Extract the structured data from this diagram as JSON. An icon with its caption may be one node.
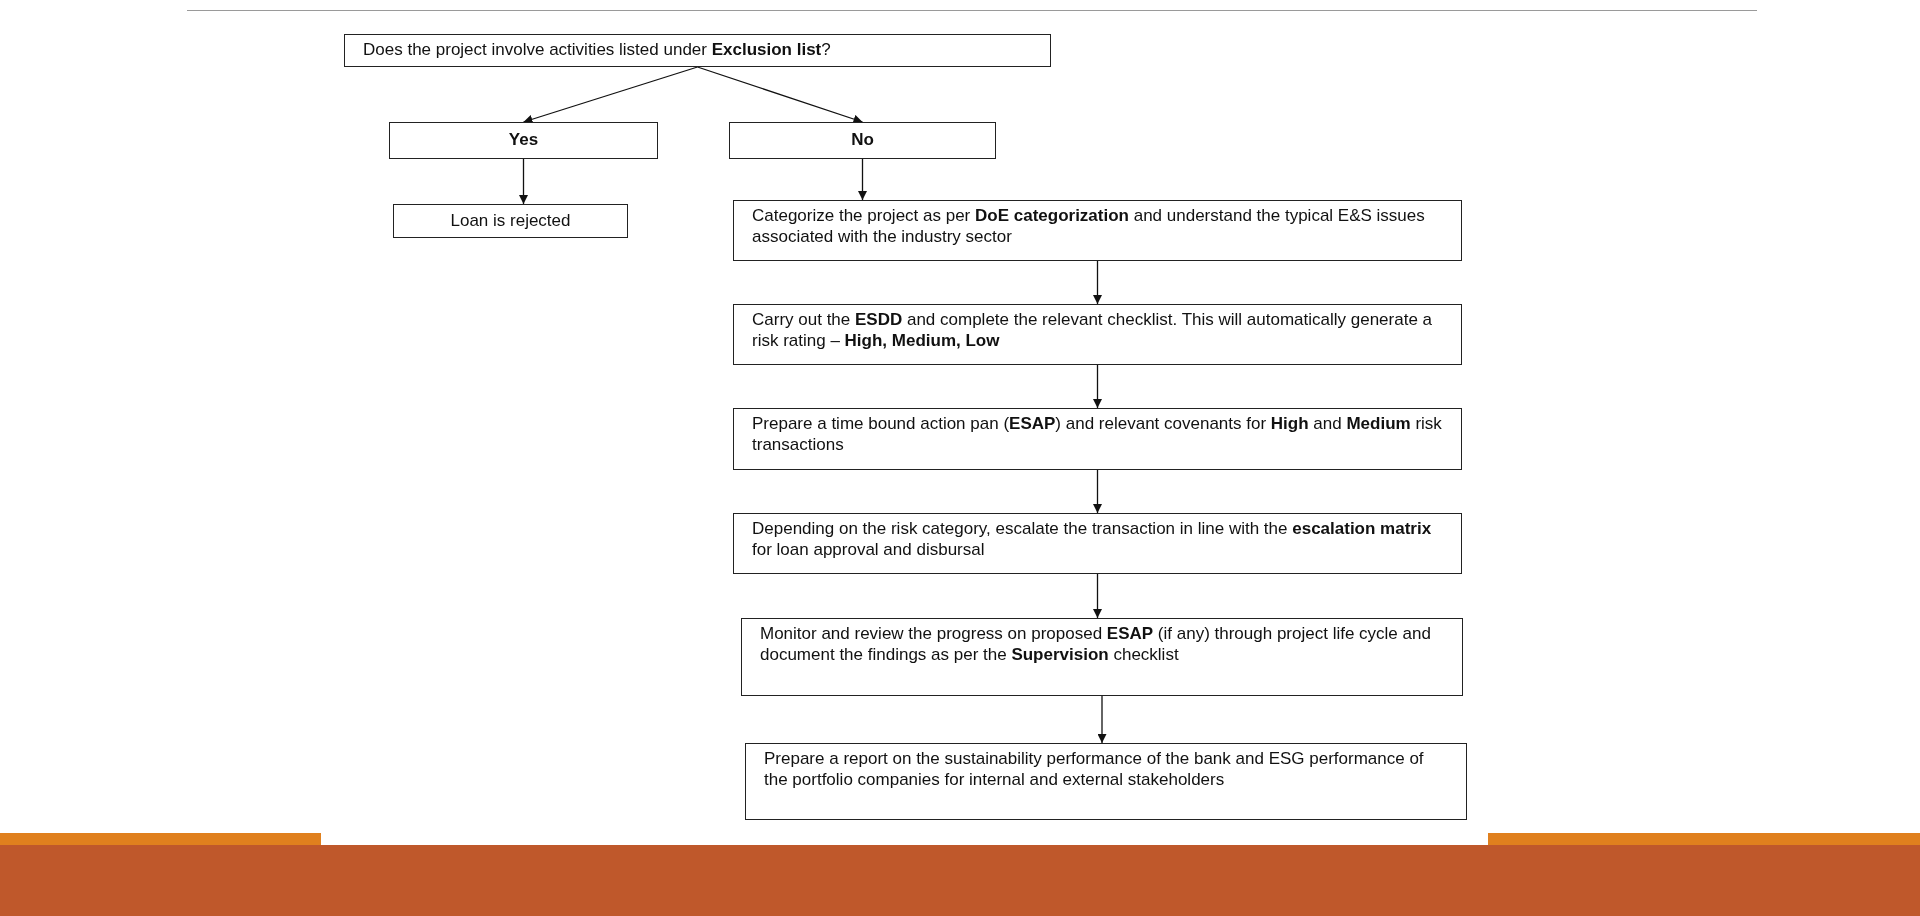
{
  "diagram": {
    "nodes": [
      {
        "text": [
          "Does the project involve activities listed under **Exclusion list**?"
        ]
      },
      {
        "text": [
          "Yes"
        ]
      },
      {
        "text": [
          "No"
        ]
      },
      {
        "text": [
          "Loan is rejected"
        ]
      },
      {
        "text": [
          "Categorize the project as per **DoE categorization** and understand the typical E&S issues associated with the industry sector"
        ]
      },
      {
        "text": [
          "Carry out the **ESDD** and complete the relevant checklist. This will automatically generate a risk rating – **High, Medium, Low**"
        ]
      },
      {
        "text": [
          "Prepare a time bound action pan (**ESAP**) and relevant covenants for **High** and **Medium** risk transactions"
        ]
      },
      {
        "text": [
          "Depending on the risk category, escalate the transaction in line with the **escalation matrix** for loan approval and disbursal"
        ]
      },
      {
        "text": [
          "Monitor and review the progress on proposed **ESAP** (if any) through project life cycle and document the findings as per the **Supervision** checklist"
        ]
      },
      {
        "text": [
          "Prepare a report on the sustainability performance of the bank and ESG performance of the portfolio companies for internal and external stakeholders"
        ]
      }
    ],
    "edges": [
      {
        "from": 0,
        "to": 1,
        "arrow": "to"
      },
      {
        "from": 0,
        "to": 2,
        "arrow": "to"
      },
      {
        "from": 1,
        "to": 3,
        "arrow": "to"
      },
      {
        "from": 2,
        "to": 4,
        "arrow": "to"
      },
      {
        "from": 4,
        "to": 5,
        "arrow": "to"
      },
      {
        "from": 5,
        "to": 6,
        "arrow": "to"
      },
      {
        "from": 6,
        "to": 7,
        "arrow": "to"
      },
      {
        "from": 7,
        "to": 8,
        "arrow": "to"
      },
      {
        "from": 8,
        "to": 9,
        "arrow": "to"
      }
    ]
  }
}
